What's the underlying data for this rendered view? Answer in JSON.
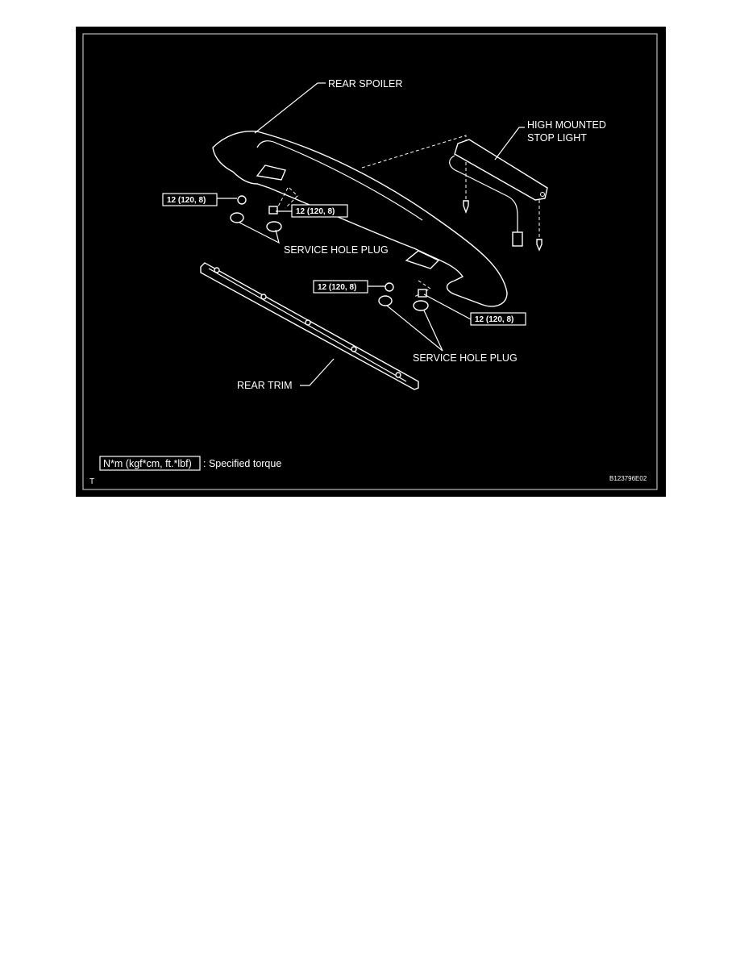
{
  "diagram": {
    "labels": {
      "rear_spoiler": "REAR SPOILER",
      "high_mounted_1": "HIGH MOUNTED",
      "high_mounted_2": "STOP LIGHT",
      "service_hole_plug_1": "SERVICE HOLE PLUG",
      "service_hole_plug_2": "SERVICE HOLE PLUG",
      "rear_trim": "REAR TRIM"
    },
    "torque_labels": [
      "12 (120, 8)",
      "12 (120, 8)",
      "12 (120, 8)",
      "12 (120, 8)"
    ],
    "legend": {
      "unit_box": "N*m (kgf*cm, ft.*lbf)",
      "description": ": Specified torque"
    },
    "corner_mark": "T",
    "figure_code": "B123796E02"
  }
}
